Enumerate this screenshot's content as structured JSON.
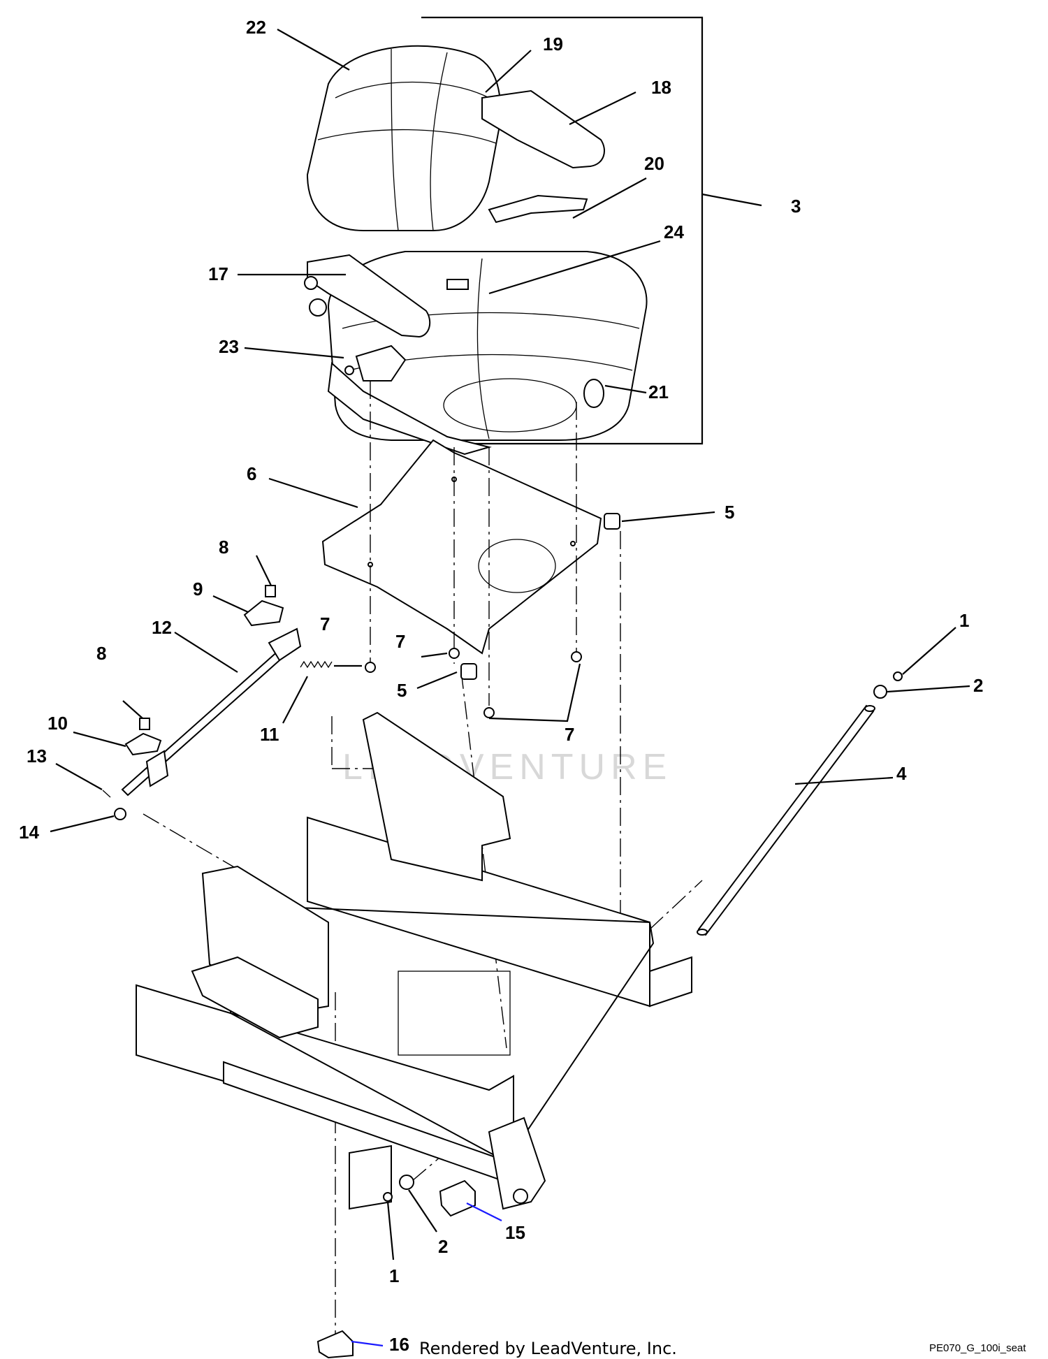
{
  "diagram": {
    "code": "PE070_G_100i_seat",
    "caption": "Rendered by LeadVenture, Inc.",
    "watermark": "LEADVENTURE",
    "callouts": {
      "c22": "22",
      "c19": "19",
      "c18": "18",
      "c20": "20",
      "c3": "3",
      "c24": "24",
      "c17": "17",
      "c23": "23",
      "c21": "21",
      "c6": "6",
      "c5a": "5",
      "c8a": "8",
      "c9": "9",
      "c7a": "7",
      "c12": "12",
      "c7b": "7",
      "c5b": "5",
      "c1a": "1",
      "c2a": "2",
      "c8b": "8",
      "c11": "11",
      "c7c": "7",
      "c10": "10",
      "c13": "13",
      "c4": "4",
      "c14": "14",
      "c15": "15",
      "c2b": "2",
      "c1b": "1",
      "c16": "16"
    }
  }
}
